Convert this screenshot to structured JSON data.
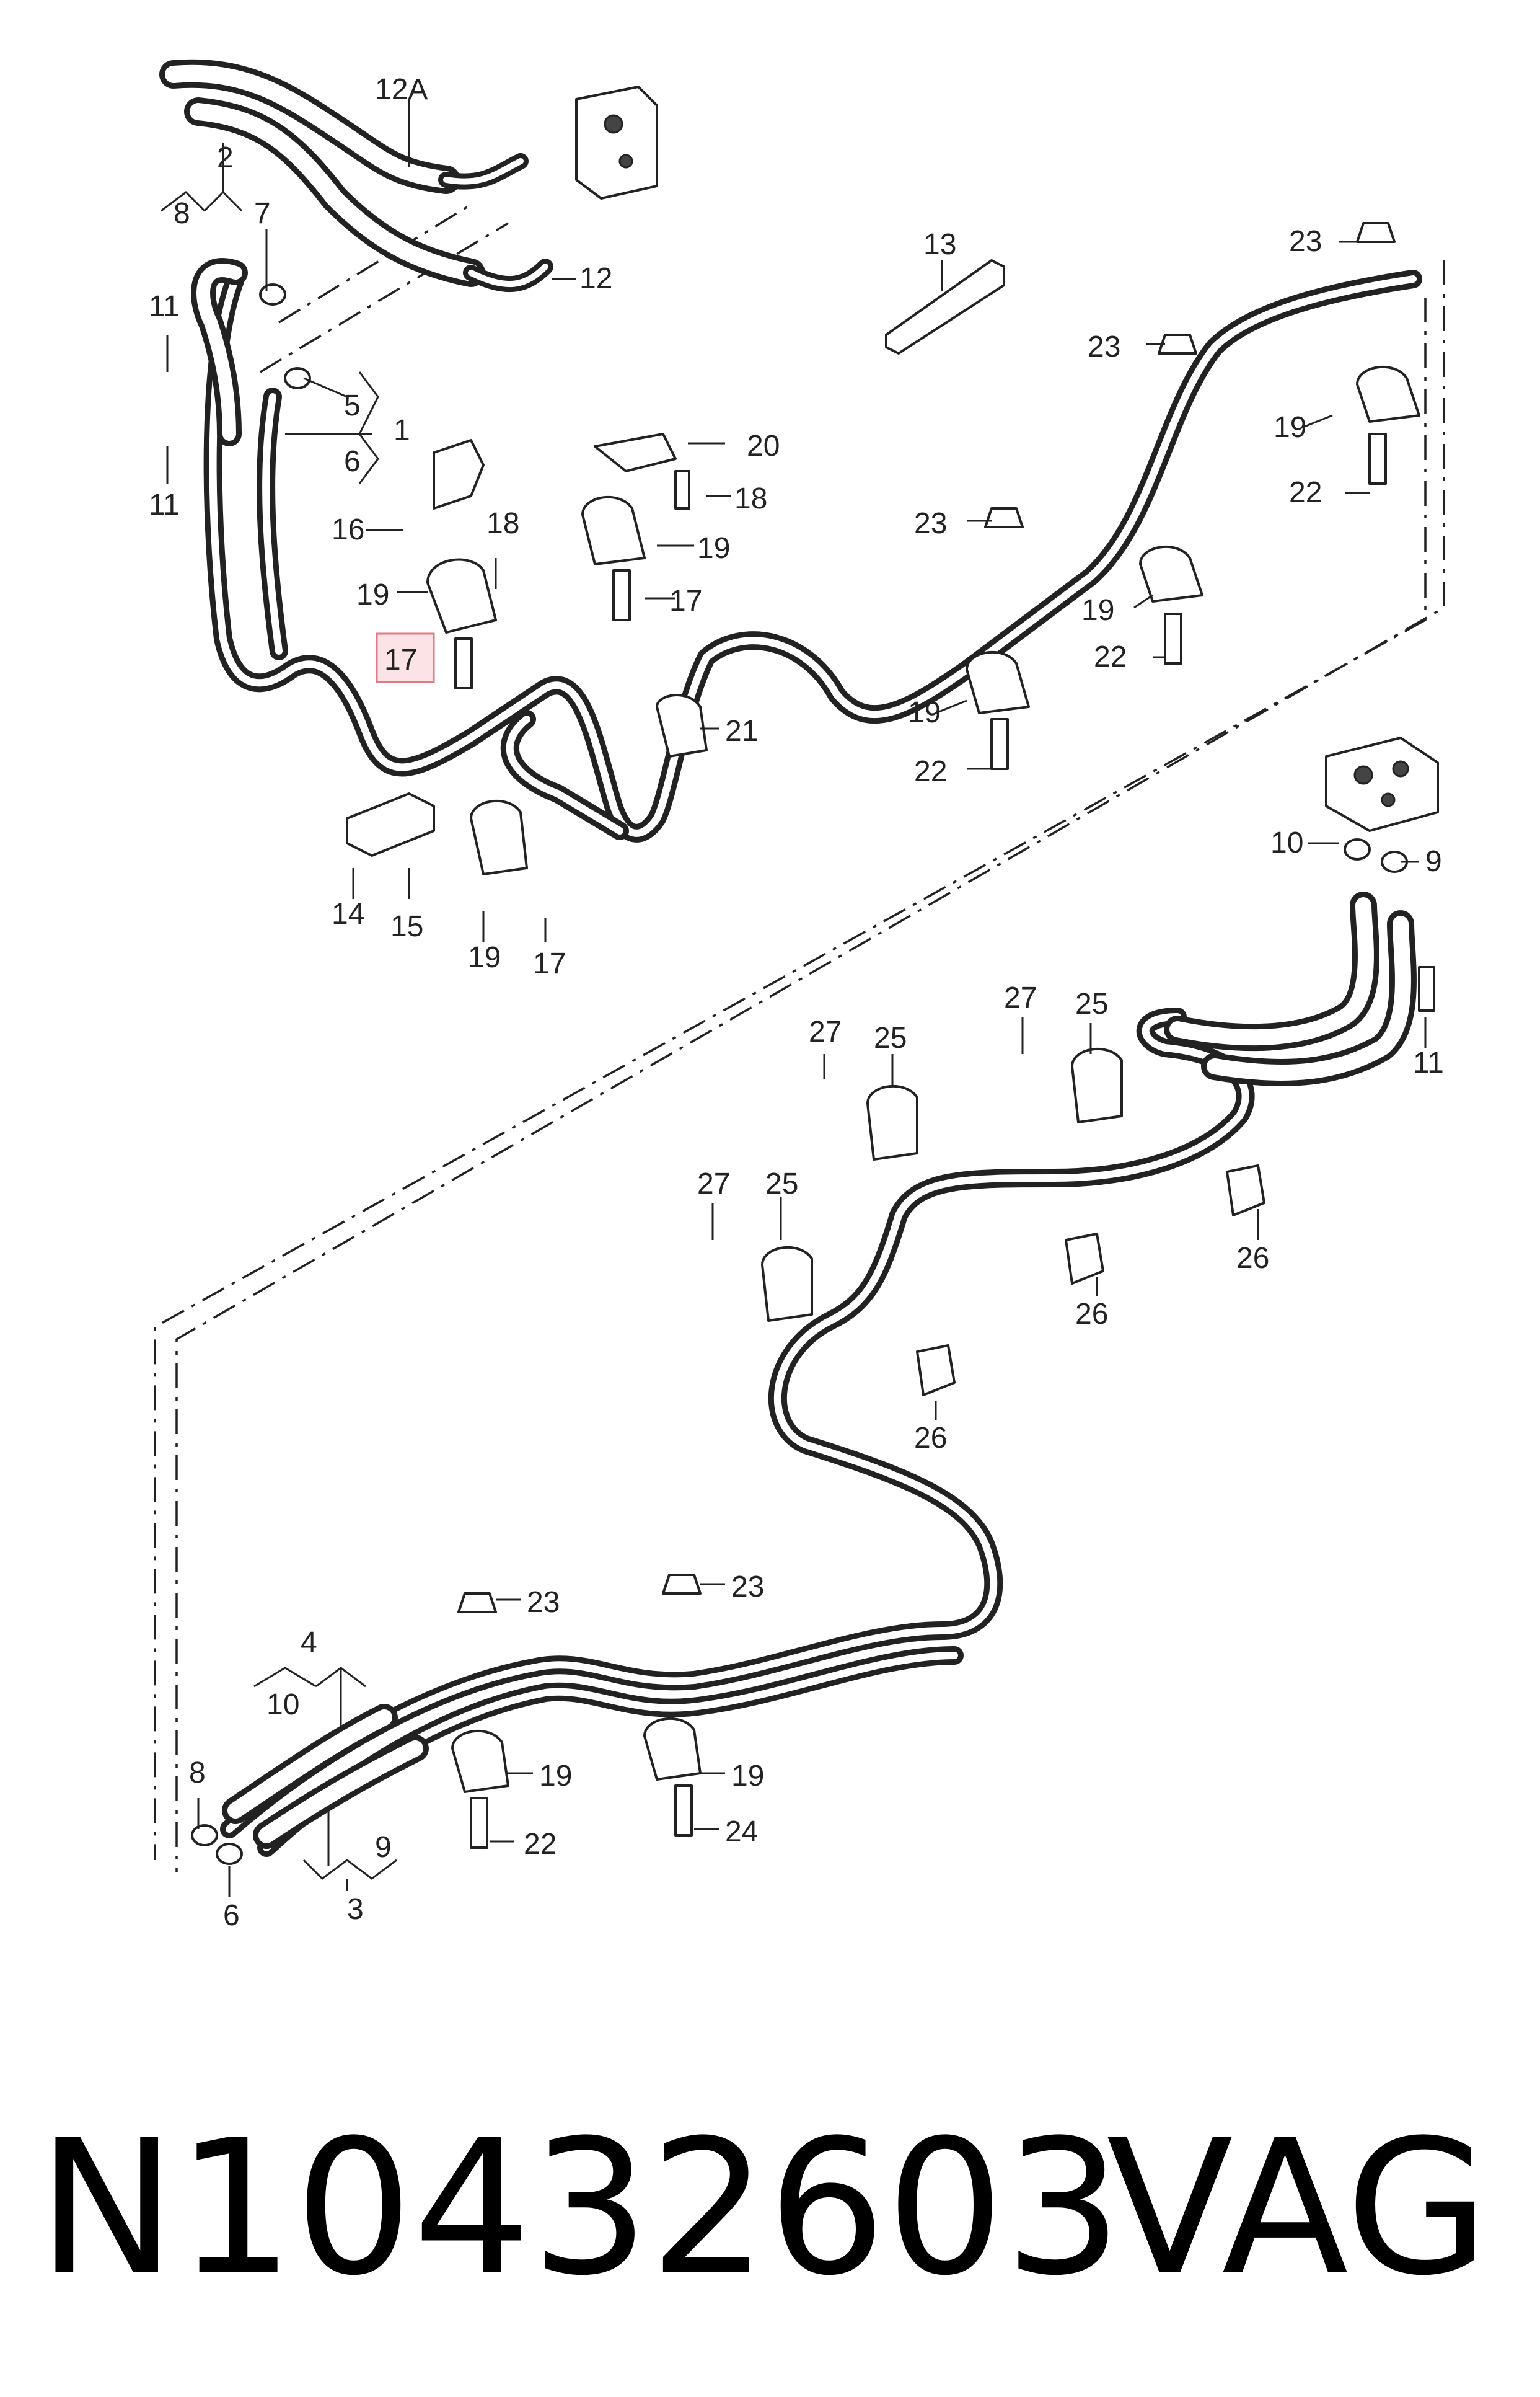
{
  "diagram": {
    "part_number": "N10432603",
    "brand": "VAG",
    "highlighted_callout": "17",
    "highlight_color": "#e07a86",
    "callouts": [
      {
        "id": "c-12a",
        "label": "12A"
      },
      {
        "id": "c-2",
        "label": "2"
      },
      {
        "id": "c-8-top",
        "label": "8"
      },
      {
        "id": "c-7",
        "label": "7"
      },
      {
        "id": "c-12",
        "label": "12"
      },
      {
        "id": "c-11-a",
        "label": "11"
      },
      {
        "id": "c-11-b",
        "label": "11"
      },
      {
        "id": "c-5",
        "label": "5"
      },
      {
        "id": "c-1",
        "label": "1"
      },
      {
        "id": "c-6-top",
        "label": "6"
      },
      {
        "id": "c-16",
        "label": "16"
      },
      {
        "id": "c-18-a",
        "label": "18"
      },
      {
        "id": "c-19-a",
        "label": "19"
      },
      {
        "id": "c-17-hl",
        "label": "17"
      },
      {
        "id": "c-20",
        "label": "20"
      },
      {
        "id": "c-18-b",
        "label": "18"
      },
      {
        "id": "c-19-b",
        "label": "19"
      },
      {
        "id": "c-17-a",
        "label": "17"
      },
      {
        "id": "c-13",
        "label": "13"
      },
      {
        "id": "c-23-a",
        "label": "23"
      },
      {
        "id": "c-23-b",
        "label": "23"
      },
      {
        "id": "c-19-c",
        "label": "19"
      },
      {
        "id": "c-22-a",
        "label": "22"
      },
      {
        "id": "c-23-c",
        "label": "23"
      },
      {
        "id": "c-19-d",
        "label": "19"
      },
      {
        "id": "c-22-b",
        "label": "22"
      },
      {
        "id": "c-19-e",
        "label": "19"
      },
      {
        "id": "c-22-c",
        "label": "22"
      },
      {
        "id": "c-21",
        "label": "21"
      },
      {
        "id": "c-14",
        "label": "14"
      },
      {
        "id": "c-15",
        "label": "15"
      },
      {
        "id": "c-19-f",
        "label": "19"
      },
      {
        "id": "c-17-b",
        "label": "17"
      },
      {
        "id": "c-10-right",
        "label": "10"
      },
      {
        "id": "c-9-right",
        "label": "9"
      },
      {
        "id": "c-11-c",
        "label": "11"
      },
      {
        "id": "c-27-a",
        "label": "27"
      },
      {
        "id": "c-25-a",
        "label": "25"
      },
      {
        "id": "c-27-b",
        "label": "27"
      },
      {
        "id": "c-25-b",
        "label": "25"
      },
      {
        "id": "c-26-a",
        "label": "26"
      },
      {
        "id": "c-26-b",
        "label": "26"
      },
      {
        "id": "c-27-c",
        "label": "27"
      },
      {
        "id": "c-25-c",
        "label": "25"
      },
      {
        "id": "c-26-c",
        "label": "26"
      },
      {
        "id": "c-23-d",
        "label": "23"
      },
      {
        "id": "c-23-e",
        "label": "23"
      },
      {
        "id": "c-4",
        "label": "4"
      },
      {
        "id": "c-10-left",
        "label": "10"
      },
      {
        "id": "c-19-g",
        "label": "19"
      },
      {
        "id": "c-19-h",
        "label": "19"
      },
      {
        "id": "c-22-d",
        "label": "22"
      },
      {
        "id": "c-24",
        "label": "24"
      },
      {
        "id": "c-8-bottom",
        "label": "8"
      },
      {
        "id": "c-6-bottom",
        "label": "6"
      },
      {
        "id": "c-9-bottom",
        "label": "9"
      },
      {
        "id": "c-3",
        "label": "3"
      }
    ]
  }
}
